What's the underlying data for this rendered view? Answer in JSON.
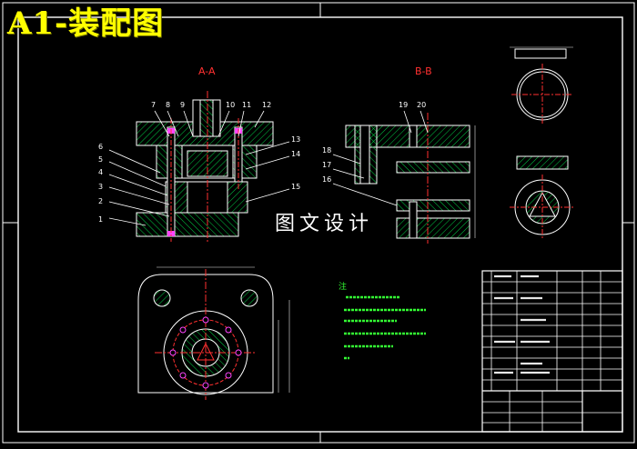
{
  "title": "A1-装配图",
  "watermark": "图文设计",
  "views": {
    "section_aa": "A-A",
    "section_bb": "B-B"
  },
  "callouts_aa": [
    "1",
    "2",
    "3",
    "4",
    "5",
    "6",
    "7",
    "8",
    "9",
    "10",
    "11",
    "12",
    "13",
    "14",
    "15"
  ],
  "callouts_bb": [
    "16",
    "17",
    "18",
    "19",
    "20"
  ],
  "tech_requirements": {
    "heading": "注"
  },
  "colors": {
    "background": "#000000",
    "title": "#ffff00",
    "outline": "#ffffff",
    "hatch": "#00cc44",
    "centerline": "#ff3030",
    "dimension": "#e6e6e6",
    "note_text": "#33ff33",
    "border_line": "#ffffff"
  }
}
